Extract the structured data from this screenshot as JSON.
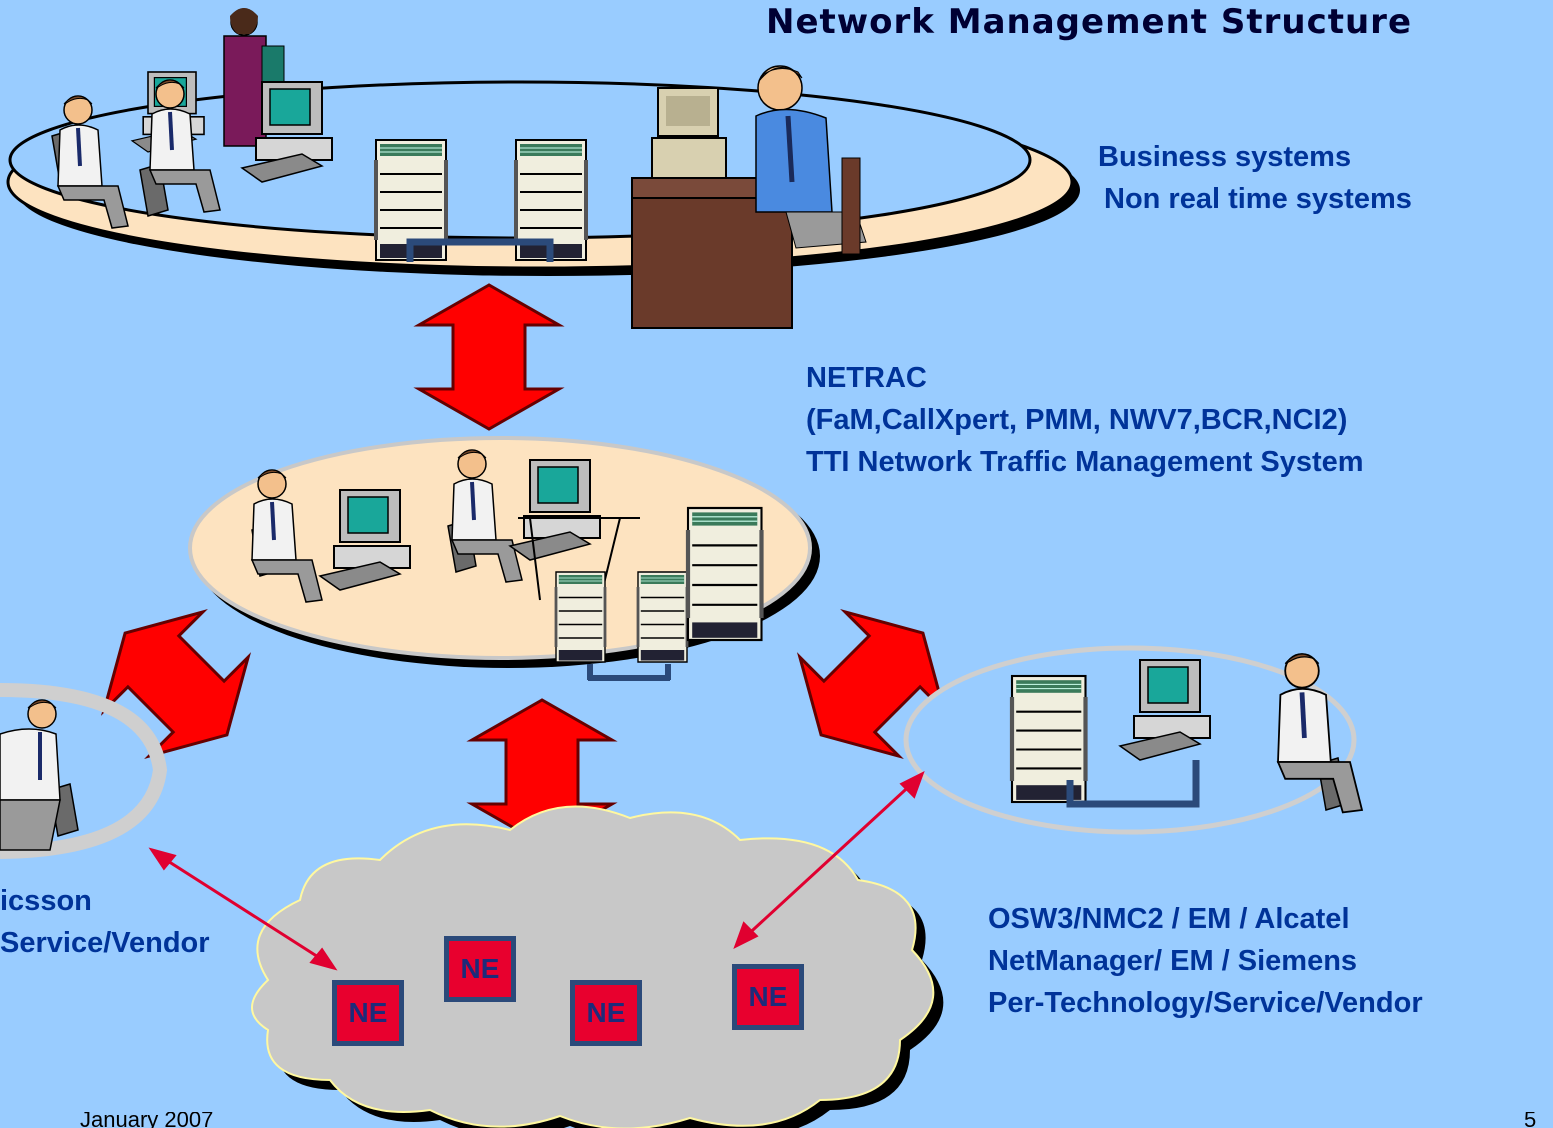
{
  "title": "Network Management Structure",
  "layers": {
    "business": {
      "line1": "Business systems",
      "line2": "Non real time systems"
    },
    "netrac": {
      "line1": "NETRAC",
      "line2": "(FaM,CallXpert, PMM, NWV7,BCR,NCI2)",
      "line3": "TTI Network Traffic Management System"
    },
    "left_em": {
      "line1": "icsson",
      "line2": "Service/Vendor"
    },
    "right_em": {
      "line1": "OSW3/NMC2 / EM / Alcatel",
      "line2": "NetManager/ EM / Siemens",
      "line3": "Per-Technology/Service/Vendor"
    }
  },
  "network_elements": [
    "NE",
    "NE",
    "NE",
    "NE"
  ],
  "footer": {
    "date": "January 2007",
    "page": "5"
  },
  "colors": {
    "background": "#99ccff",
    "text": "#003399",
    "arrow": "#ff0000",
    "ne_fill": "#e8002e",
    "cloud": "#c8c8c8",
    "layer_fill": "#fde3c0"
  }
}
